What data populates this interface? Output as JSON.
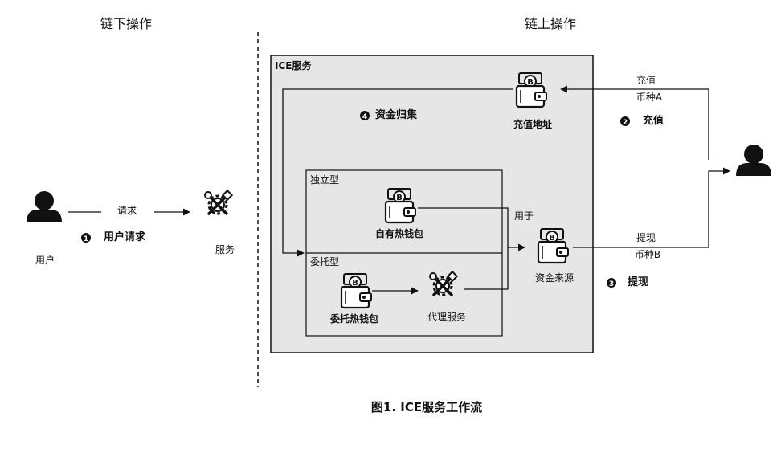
{
  "offchain": {
    "title": "链下操作",
    "user_label": "用户",
    "service_label": "服务",
    "request_label": "请求",
    "step1": {
      "num": "1",
      "label": "用户请求"
    }
  },
  "onchain": {
    "title": "链上操作"
  },
  "ice": {
    "title": "ICE服务",
    "deposit_address": "充值地址",
    "step4": {
      "num": "4",
      "label": "资金归集"
    },
    "independent": {
      "title": "独立型",
      "wallet": "自有热钱包"
    },
    "delegated": {
      "title": "委托型",
      "wallet": "委托热钱包",
      "proxy": "代理服务"
    },
    "used_for": "用于",
    "fund_source": "资金来源"
  },
  "external": {
    "deposit_line1": "充值",
    "deposit_line2": "币种A",
    "step2": {
      "num": "2",
      "label": "充值"
    },
    "withdraw_line1": "提现",
    "withdraw_line2": "币种B",
    "step3": {
      "num": "3",
      "label": "提现"
    }
  },
  "caption": "图1. ICE服务工作流",
  "colors": {
    "panel": "#e6e6e6",
    "stroke": "#111111"
  }
}
